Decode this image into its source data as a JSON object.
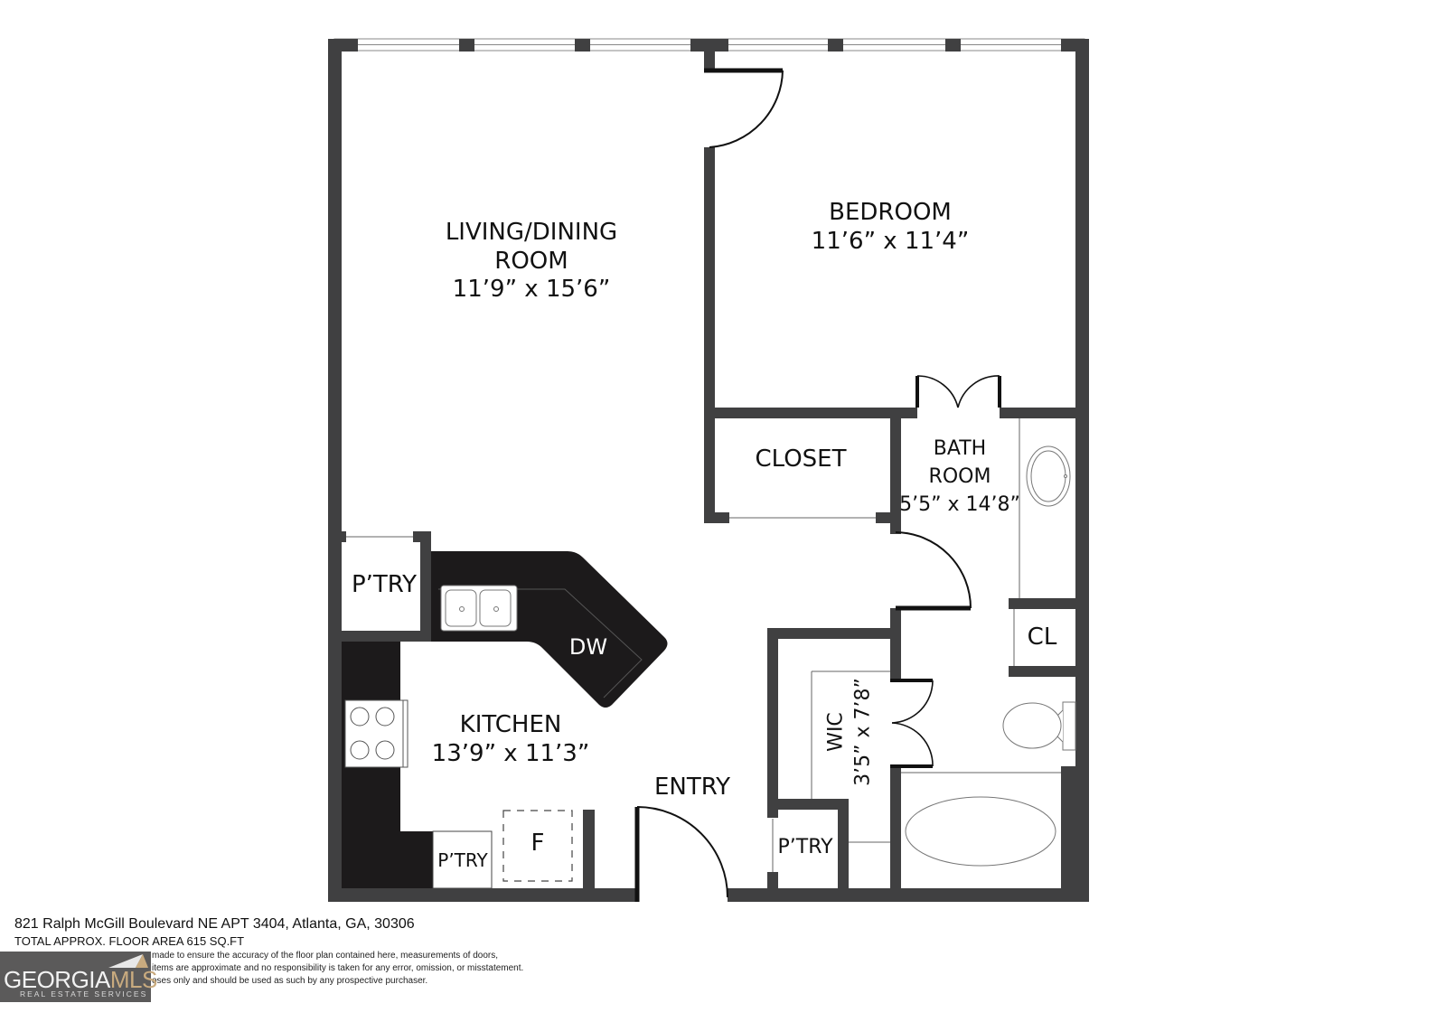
{
  "colors": {
    "wall": "#404041",
    "counter": "#1c1a1b",
    "fixture_line": "#888888",
    "logo_bg": "#5b5a5a",
    "logo_accent": "#c9ab7f"
  },
  "rooms": {
    "living": {
      "name_line1": "LIVING/DINING",
      "name_line2": "ROOM",
      "dims": "11’9” x 15’6”"
    },
    "bedroom": {
      "name": "BEDROOM",
      "dims": "11’6” x 11’4”"
    },
    "closet": {
      "name": "CLOSET"
    },
    "bath": {
      "name_line1": "BATH",
      "name_line2": "ROOM",
      "dims": "5’5” x 14’8”"
    },
    "cl": {
      "name": "CL"
    },
    "pantry_upper": {
      "name": "P’TRY"
    },
    "kitchen": {
      "name": "KITCHEN",
      "dims": "13’9” x 11’3”"
    },
    "dishwasher": {
      "name": "DW"
    },
    "wic": {
      "name": "WIC",
      "dims": "3’5” x 7’8”"
    },
    "entry": {
      "name": "ENTRY"
    },
    "pantry_kitchen": {
      "name": "P’TRY"
    },
    "fridge": {
      "name": "F"
    },
    "pantry_lower": {
      "name": "P’TRY"
    }
  },
  "footer": {
    "address": "821 Ralph McGill Boulevard NE APT 3404, Atlanta, GA, 30306",
    "area": "TOTAL APPROX. FLOOR AREA 615 SQ.FT",
    "disclaimer": [
      "made to ensure the accuracy of the floor plan contained here, measurements of doors,",
      "items are approximate and no responsibility is taken for any error, omission, or misstatement.",
      "oses only and should be used as such by any prospective purchaser."
    ],
    "logo": {
      "main": "GEORGIA",
      "accent": "MLS",
      "sub": "REAL ESTATE SERVICES"
    }
  }
}
